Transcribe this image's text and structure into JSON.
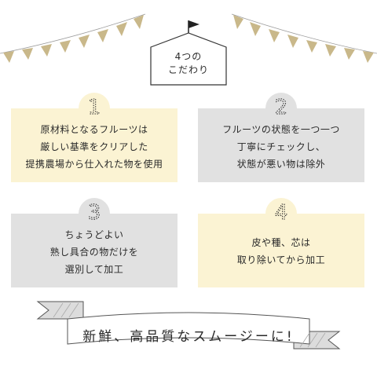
{
  "colors": {
    "cream": "#fbf3d3",
    "gray": "#e1e1e1",
    "flag": "#c9b88a",
    "text": "#2a2a2a"
  },
  "header": {
    "line1": "4つの",
    "line2": "こだわり"
  },
  "cards": [
    {
      "number": "1",
      "lines": [
        "原材料となるフルーツは",
        "厳しい基準をクリアした",
        "提携農場から仕入れた物を使用"
      ]
    },
    {
      "number": "2",
      "lines": [
        "フルーツの状態を一つ一つ",
        "丁寧にチェックし、",
        "状態が悪い物は除外"
      ]
    },
    {
      "number": "3",
      "lines": [
        "ちょうどよい",
        "熟し具合の物だけを",
        "選別して加工"
      ]
    },
    {
      "number": "4",
      "lines": [
        "皮や種、芯は",
        "取り除いてから加工"
      ]
    }
  ],
  "banner": {
    "text": "新鮮、高品質なスムージーに!"
  }
}
